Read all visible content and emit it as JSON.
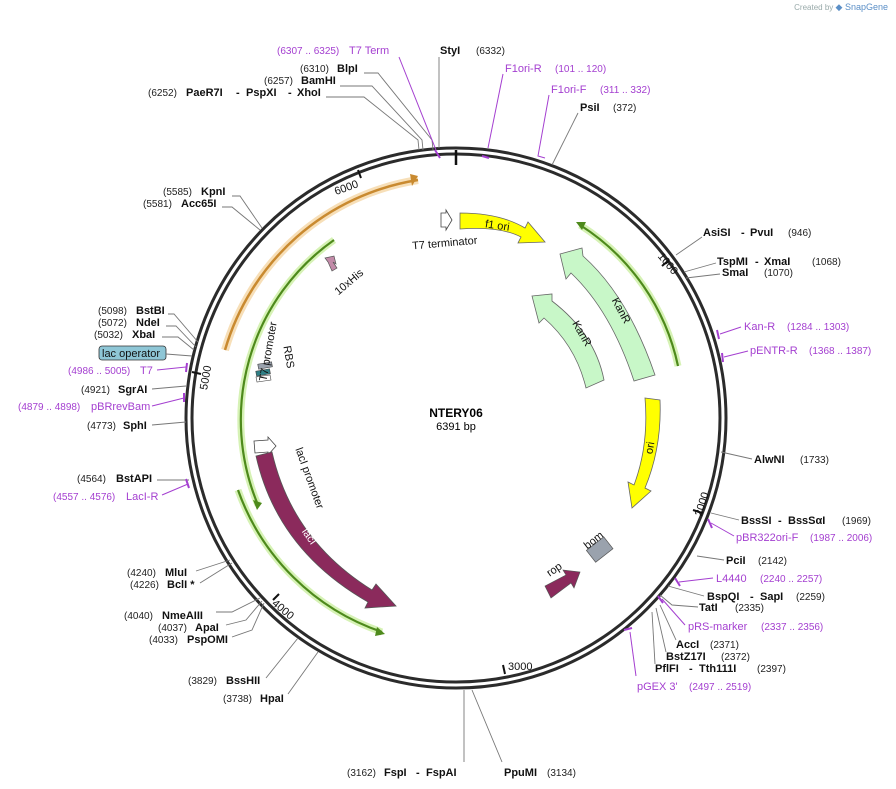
{
  "brand": {
    "created_by": "Created by",
    "app": "SnapGene"
  },
  "plasmid": {
    "name": "NTERY06",
    "length": "6391 bp"
  },
  "colors": {
    "backbone": "#2b2b2b",
    "primer": "#a43fd0",
    "enzyme": "#111111",
    "ori": "#ffff00",
    "kanr": "#c8f7c8",
    "laci": "#8b2a5c",
    "rop": "#8b2a5c",
    "bom": "#9aa2ad",
    "orange_arc": "#d9a35a",
    "green_arc": "#4e8a1c",
    "lacop": "#8ec6d6"
  },
  "ticks": [
    "1000",
    "2000",
    "3000",
    "4000",
    "5000",
    "6000"
  ],
  "enzymes": [
    {
      "name": "StyI",
      "pos": "(6332)"
    },
    {
      "name": "BlpI",
      "pos": "(6310)"
    },
    {
      "name": "BamHI",
      "pos": "(6257)"
    },
    {
      "name": "PaeR7I",
      "name2": "PspXI",
      "name3": "XhoI",
      "pos": "(6252)"
    },
    {
      "name": "PsiI",
      "pos": "(372)"
    },
    {
      "name": "KpnI",
      "pos": "(5585)"
    },
    {
      "name": "Acc65I",
      "pos": "(5581)"
    },
    {
      "name": "AsiSI",
      "name2": "PvuI",
      "pos": "(946)"
    },
    {
      "name": "TspMI",
      "name2": "XmaI",
      "pos": "(1068)"
    },
    {
      "name": "SmaI",
      "pos": "(1070)"
    },
    {
      "name": "BstBI",
      "pos": "(5098)"
    },
    {
      "name": "NdeI",
      "pos": "(5072)"
    },
    {
      "name": "XbaI",
      "pos": "(5032)"
    },
    {
      "name": "SgrAI",
      "pos": "(4921)"
    },
    {
      "name": "SphI",
      "pos": "(4773)"
    },
    {
      "name": "AlwNI",
      "pos": "(1733)"
    },
    {
      "name": "BstAPI",
      "pos": "(4564)"
    },
    {
      "name": "BssSI",
      "name2": "BssSαI",
      "pos": "(1969)"
    },
    {
      "name": "PciI",
      "pos": "(2142)"
    },
    {
      "name": "MluI",
      "pos": "(4240)"
    },
    {
      "name": "BclI *",
      "pos": "(4226)"
    },
    {
      "name": "BspQI",
      "name2": "SapI",
      "pos": "(2259)"
    },
    {
      "name": "TatI",
      "pos": "(2335)"
    },
    {
      "name": "NmeAIII",
      "pos": "(4040)"
    },
    {
      "name": "ApaI",
      "pos": "(4037)"
    },
    {
      "name": "PspOMI",
      "pos": "(4033)"
    },
    {
      "name": "AccI",
      "pos": "(2371)"
    },
    {
      "name": "BstZ17I",
      "pos": "(2372)"
    },
    {
      "name": "PflFI",
      "name2": "Tth111I",
      "pos": "(2397)"
    },
    {
      "name": "BssHII",
      "pos": "(3829)"
    },
    {
      "name": "HpaI",
      "pos": "(3738)"
    },
    {
      "name": "FspI",
      "name2": "FspAI",
      "pos": "(3162)"
    },
    {
      "name": "PpuMI",
      "pos": "(3134)"
    }
  ],
  "primers": [
    {
      "name": "T7 Term",
      "range": "(6307 .. 6325)"
    },
    {
      "name": "F1ori-R",
      "range": "(101 .. 120)"
    },
    {
      "name": "F1ori-F",
      "range": "(311 .. 332)"
    },
    {
      "name": "Kan-R",
      "range": "(1284 .. 1303)"
    },
    {
      "name": "pENTR-R",
      "range": "(1368 .. 1387)"
    },
    {
      "name": "T7",
      "range": "(4986 .. 5005)"
    },
    {
      "name": "pBRrevBam",
      "range": "(4879 .. 4898)"
    },
    {
      "name": "LacI-R",
      "range": "(4557 .. 4576)"
    },
    {
      "name": "pBR322ori-F",
      "range": "(1987 .. 2006)"
    },
    {
      "name": "L4440",
      "range": "(2240 .. 2257)"
    },
    {
      "name": "pRS-marker",
      "range": "(2337 .. 2356)"
    },
    {
      "name": "pGEX 3'",
      "range": "(2497 .. 2519)"
    }
  ],
  "features": [
    "f1 ori",
    "T7 terminator",
    "10xHis",
    "KanR",
    "KanR",
    "RBS",
    "T7 promoter",
    "lacI promoter",
    "lacI",
    "ori",
    "bom",
    "rop",
    "lac operator"
  ]
}
